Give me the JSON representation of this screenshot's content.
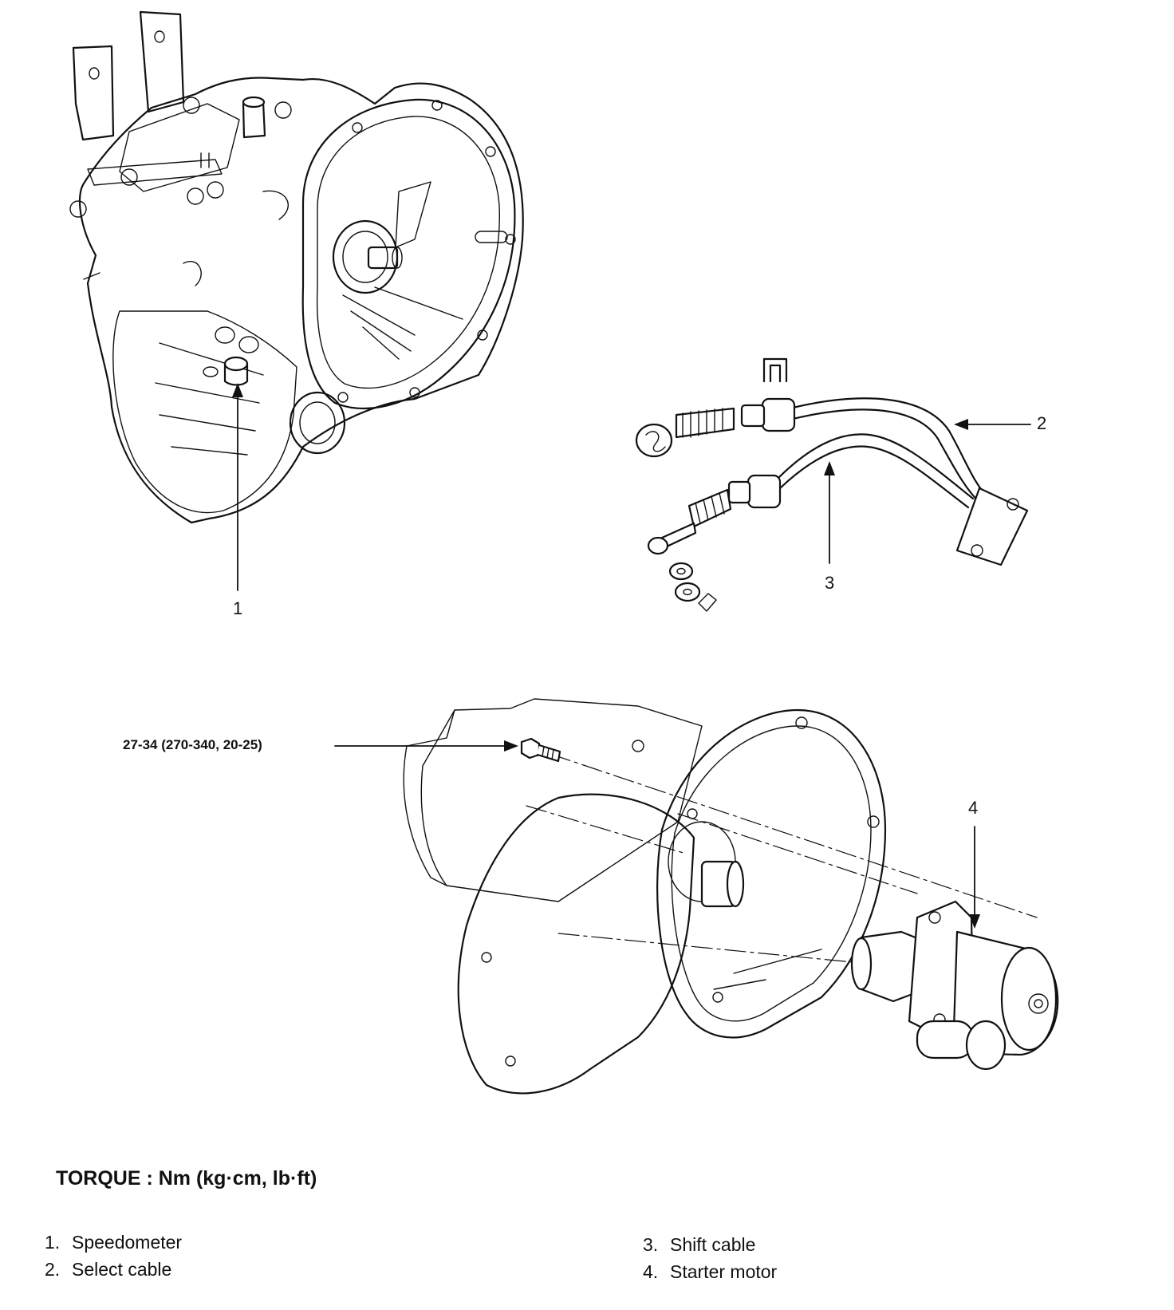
{
  "callouts": {
    "c1": "1",
    "c2": "2",
    "c3": "3",
    "c4": "4"
  },
  "torque_spec": "27-34 (270-340, 20-25)",
  "torque_title": "TORQUE : Nm (kg·cm, lb·ft)",
  "legend": [
    {
      "num": "1.",
      "label": "Speedometer"
    },
    {
      "num": "2.",
      "label": "Select cable"
    },
    {
      "num": "3.",
      "label": "Shift cable"
    },
    {
      "num": "4.",
      "label": "Starter motor"
    }
  ]
}
